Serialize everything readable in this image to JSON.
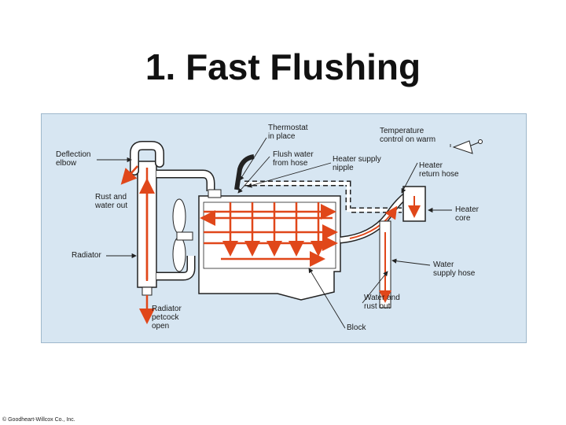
{
  "slide": {
    "title": "1. Fast Flushing",
    "copyright": "© Goodheart-Willcox Co., Inc."
  },
  "diagram": {
    "labels": {
      "deflection_elbow": "Deflection\nelbow",
      "rust_water_out": "Rust and\nwater out",
      "radiator": "Radiator",
      "radiator_petcock": "Radiator\npetcock\nopen",
      "thermostat": "Thermostat\nin place",
      "flush_water": "Flush water\nfrom hose",
      "heater_supply_nipple": "Heater supply\nnipple",
      "temperature_control": "Temperature\ncontrol on warm",
      "heater_return_hose": "Heater\nreturn hose",
      "heater_core": "Heater\ncore",
      "water_supply_hose": "Water\nsupply hose",
      "water_rust_out": "Water and\nrust out",
      "block": "Block"
    },
    "colors": {
      "background": "#d7e6f2",
      "flow_arrow": "#e0471a",
      "component_fill": "#ffffff",
      "outline": "#222222"
    }
  }
}
